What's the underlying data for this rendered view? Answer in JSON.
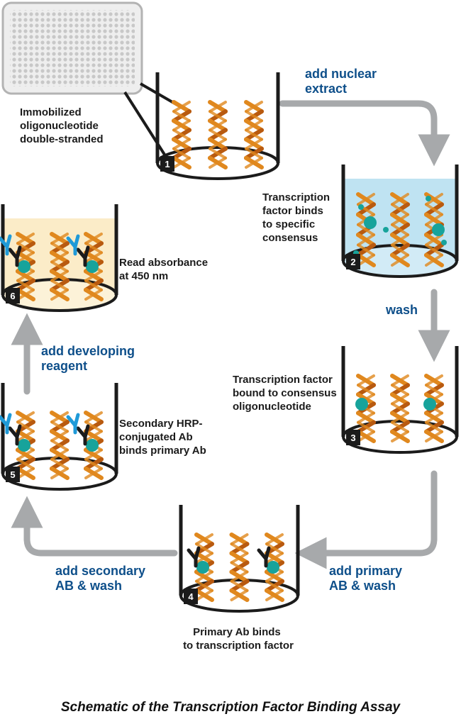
{
  "colors": {
    "helix": "#e0881e",
    "helix_dark": "#b85a10",
    "factor": "#17a39b",
    "antibody": "#1b1b1b",
    "antibody2": "#1f9ad8",
    "arrow": "#a7a9ab",
    "label_blue": "#0e4f8a",
    "well_wall": "#1b1b1b"
  },
  "plate": {
    "icon": "96-well-plate-icon"
  },
  "steps": [
    {
      "number": "1",
      "desc": [
        "Immobilized",
        "oligonucleotide",
        "double-stranded"
      ]
    },
    {
      "number": "2",
      "desc": [
        "Transcription",
        "factor binds",
        "to specific",
        "consensus"
      ]
    },
    {
      "number": "3",
      "desc": [
        "Transcription factor",
        "bound to consensus",
        "oligonucleotide"
      ]
    },
    {
      "number": "4",
      "desc": [
        "Primary Ab binds",
        "to transcription factor"
      ]
    },
    {
      "number": "5",
      "desc": [
        "Secondary HRP-",
        "conjugated Ab",
        "binds primary Ab"
      ]
    },
    {
      "number": "6",
      "desc": [
        "Read absorbance",
        "at 450 nm"
      ]
    }
  ],
  "actions": {
    "add_lysate": [
      "add nuclear",
      "extract"
    ],
    "wash": [
      "wash"
    ],
    "add_primary": [
      "add primary",
      "AB & wash"
    ],
    "add_secondary": [
      "add secondary",
      "AB & wash"
    ],
    "add_developing": [
      "add developing",
      "reagent"
    ]
  },
  "caption": "Schematic of the Transcription Factor Binding Assay"
}
